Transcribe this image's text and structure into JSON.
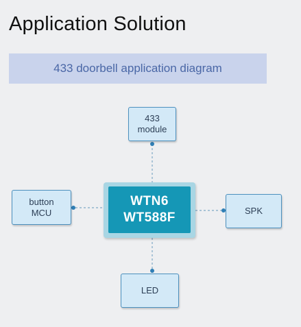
{
  "page": {
    "title": "Application Solution"
  },
  "banner": {
    "text": "433 doorbell application diagram"
  },
  "diagram": {
    "chip": {
      "line1": "WTN6",
      "line2": "WT588F"
    },
    "nodes": {
      "top": "433\nmodule",
      "left": "button\nMCU",
      "right": "SPK",
      "bottom": "LED"
    }
  },
  "colors": {
    "background": "#eeeff1",
    "banner_bg": "#c9d3ec",
    "banner_text": "#4a67a6",
    "node_fill": "#d3e9f7",
    "node_border": "#4b8fbd",
    "chip_fill": "#1597b6",
    "chip_frame": "#a9d6e4",
    "connector": "#7fa9c6",
    "connector_dot": "#2f7fb6"
  }
}
